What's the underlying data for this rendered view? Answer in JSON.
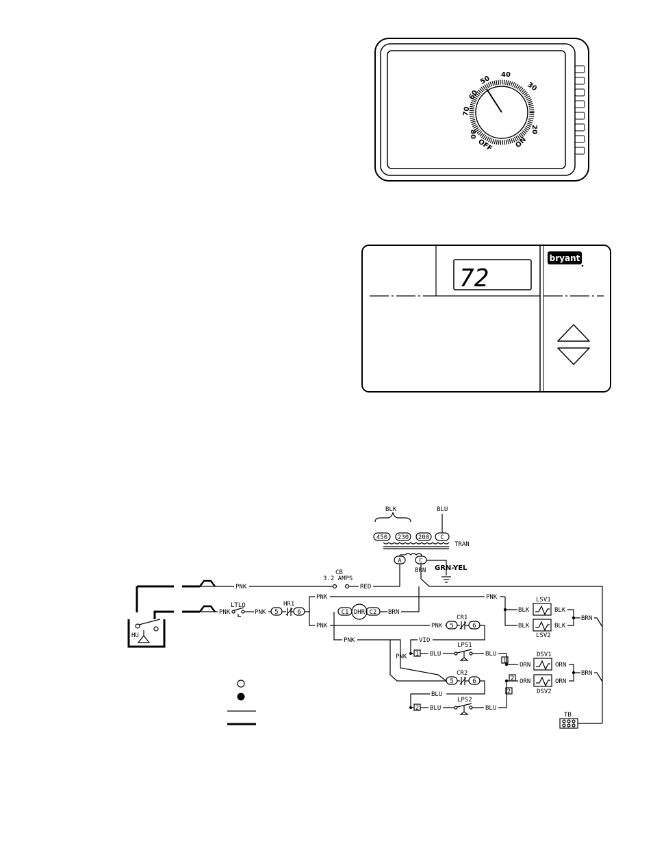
{
  "dial_thermostat": {
    "dial_numbers": [
      "80",
      "70",
      "60",
      "50",
      "40",
      "30",
      "20"
    ],
    "off_label": "OFF",
    "on_label": "ON"
  },
  "digital_thermostat": {
    "display_value": "72",
    "brand": "bryant"
  },
  "wiring": {
    "wire_labels": {
      "blk": "BLK",
      "blu": "BLU",
      "pnk": "PNK",
      "red": "RED",
      "brn": "BRN",
      "grn_yel": "GRN-YEL",
      "vio": "VIO",
      "orn": "ORN"
    },
    "transformer": {
      "taps": [
        "450",
        "230",
        "200",
        "C"
      ],
      "label": "TRAN",
      "terminals": [
        "A",
        "C"
      ]
    },
    "circuit_breaker": {
      "name": "CB",
      "rating": "3.2 AMPS"
    },
    "components": {
      "ltlo": "LTLO",
      "hr1": "HR1",
      "hr1_terms": [
        "5",
        "6"
      ],
      "dhr": "DHR",
      "dhr_terms": [
        "C1",
        "C2"
      ],
      "cr1": "CR1",
      "cr2": "CR2",
      "cr_terms": [
        "5",
        "6"
      ],
      "lps1": "LPS1",
      "lps2": "LPS2",
      "lsv1": "LSV1",
      "lsv2": "LSV2",
      "dsv1": "DSV1",
      "dsv2": "DSV2",
      "tb": "TB",
      "hu": "HU",
      "mark1": "1",
      "mark2": "2"
    }
  }
}
